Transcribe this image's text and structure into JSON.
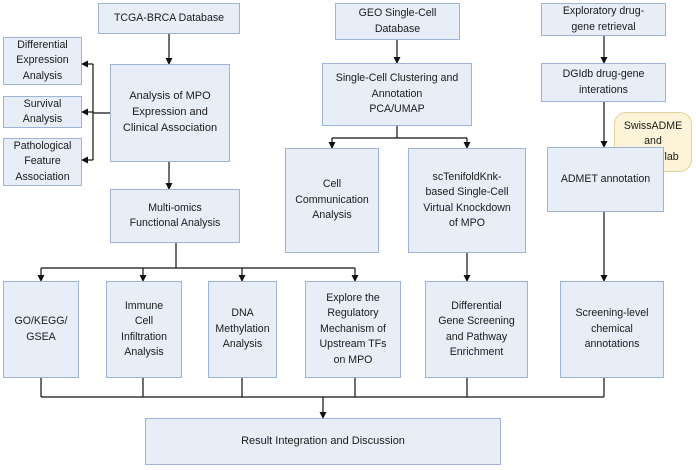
{
  "diagram": {
    "colors": {
      "box_fill": "#e8eef8",
      "box_border": "#9db3d8",
      "tool_fill": "#fcf3d9",
      "tool_border": "#e4d29a",
      "arrow": "#111111"
    },
    "nodes": {
      "tcga": "TCGA-BRCA Database",
      "diff_expr": "Differential\nExpression\nAnalysis",
      "survival": "Survival\nAnalysis",
      "patho": "Pathological\nFeature\nAssociation",
      "mpo_assoc": "Analysis of MPO\nExpression and\nClinical Association",
      "multi_omics": "Multi-omics\nFunctional Analysis",
      "geo": "GEO Single-Cell\nDatabase",
      "clustering": "Single-Cell Clustering and\nAnnotation\nPCA/UMAP",
      "cell_comm": "Cell\nCommunication\nAnalysis",
      "knockdown": "scTenifoldKnk-\nbased Single-Cell\nVirtual Knockdown\nof MPO",
      "exploratory": "Exploratory drug-\ngene retrieval",
      "dgidb": "DGIdb drug-gene\ninterations",
      "swiss": "SwissADME\nand\nADMETlab",
      "admet": "ADMET annotation",
      "go_kegg": "GO/KEGG/\nGSEA",
      "immune": "Immune\nCell\nInfiltration\nAnalysis",
      "dna_meth": "DNA\nMethylation\nAnalysis",
      "regulatory": "Explore the\nRegulatory\nMechanism of\nUpstream TFs\non MPO",
      "diff_gene": "Differential\nGene Screening\nand Pathway\nEnrichment",
      "screening": "Screening-level\nchemical\nannotations",
      "result": "Result Integration and Discussion"
    }
  }
}
